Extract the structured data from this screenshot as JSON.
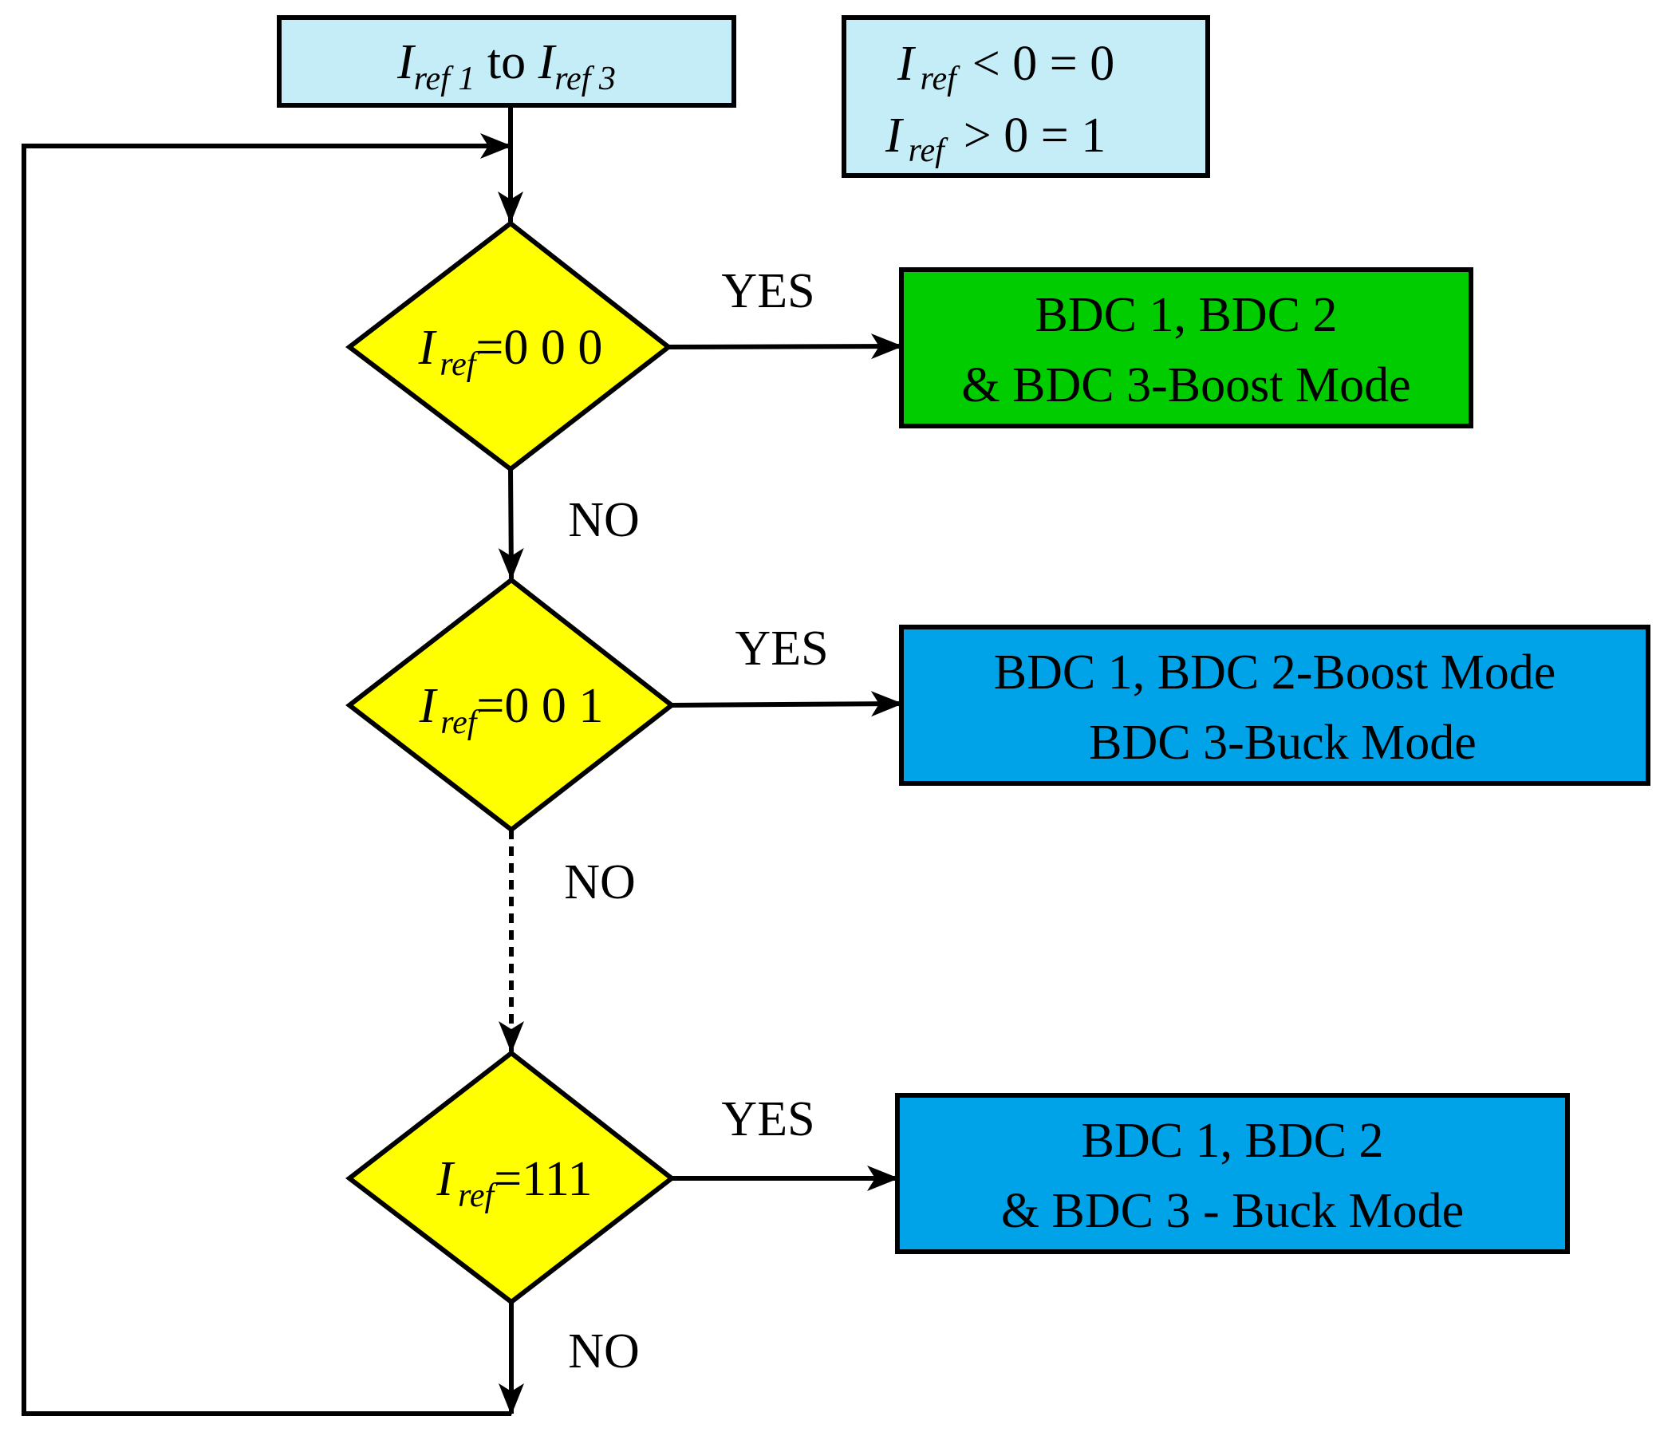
{
  "input_box": {
    "var": "I",
    "sub1": "ref 1",
    "mid": " to ",
    "sub2": "ref 3",
    "fill": "#c5edf8"
  },
  "rule_box": {
    "var": "I",
    "sub": "ref",
    "line1_rel": "< 0 = 0",
    "line2_rel": "> 0 = 1",
    "fill": "#c5edf8"
  },
  "decisions": [
    {
      "var": "I",
      "sub": "ref",
      "rel": "=0 0 0",
      "fill": "#ffff00"
    },
    {
      "var": "I",
      "sub": "ref",
      "rel": "=0 0 1",
      "fill": "#ffff00"
    },
    {
      "var": "I",
      "sub": "ref",
      "rel": "=111",
      "fill": "#ffff00"
    }
  ],
  "yes_label": "YES",
  "no_label": "NO",
  "outcomes": [
    {
      "line1": "BDC 1, BDC 2",
      "line2": "& BDC 3-Boost Mode",
      "fill": "#00cc00"
    },
    {
      "line1": "BDC 1, BDC 2-Boost Mode",
      "line2": "BDC 3-Buck Mode",
      "fill": "#00a2e8"
    },
    {
      "line1": "BDC 1, BDC 2",
      "line2": "& BDC 3 - Buck Mode",
      "fill": "#00a2e8"
    }
  ]
}
